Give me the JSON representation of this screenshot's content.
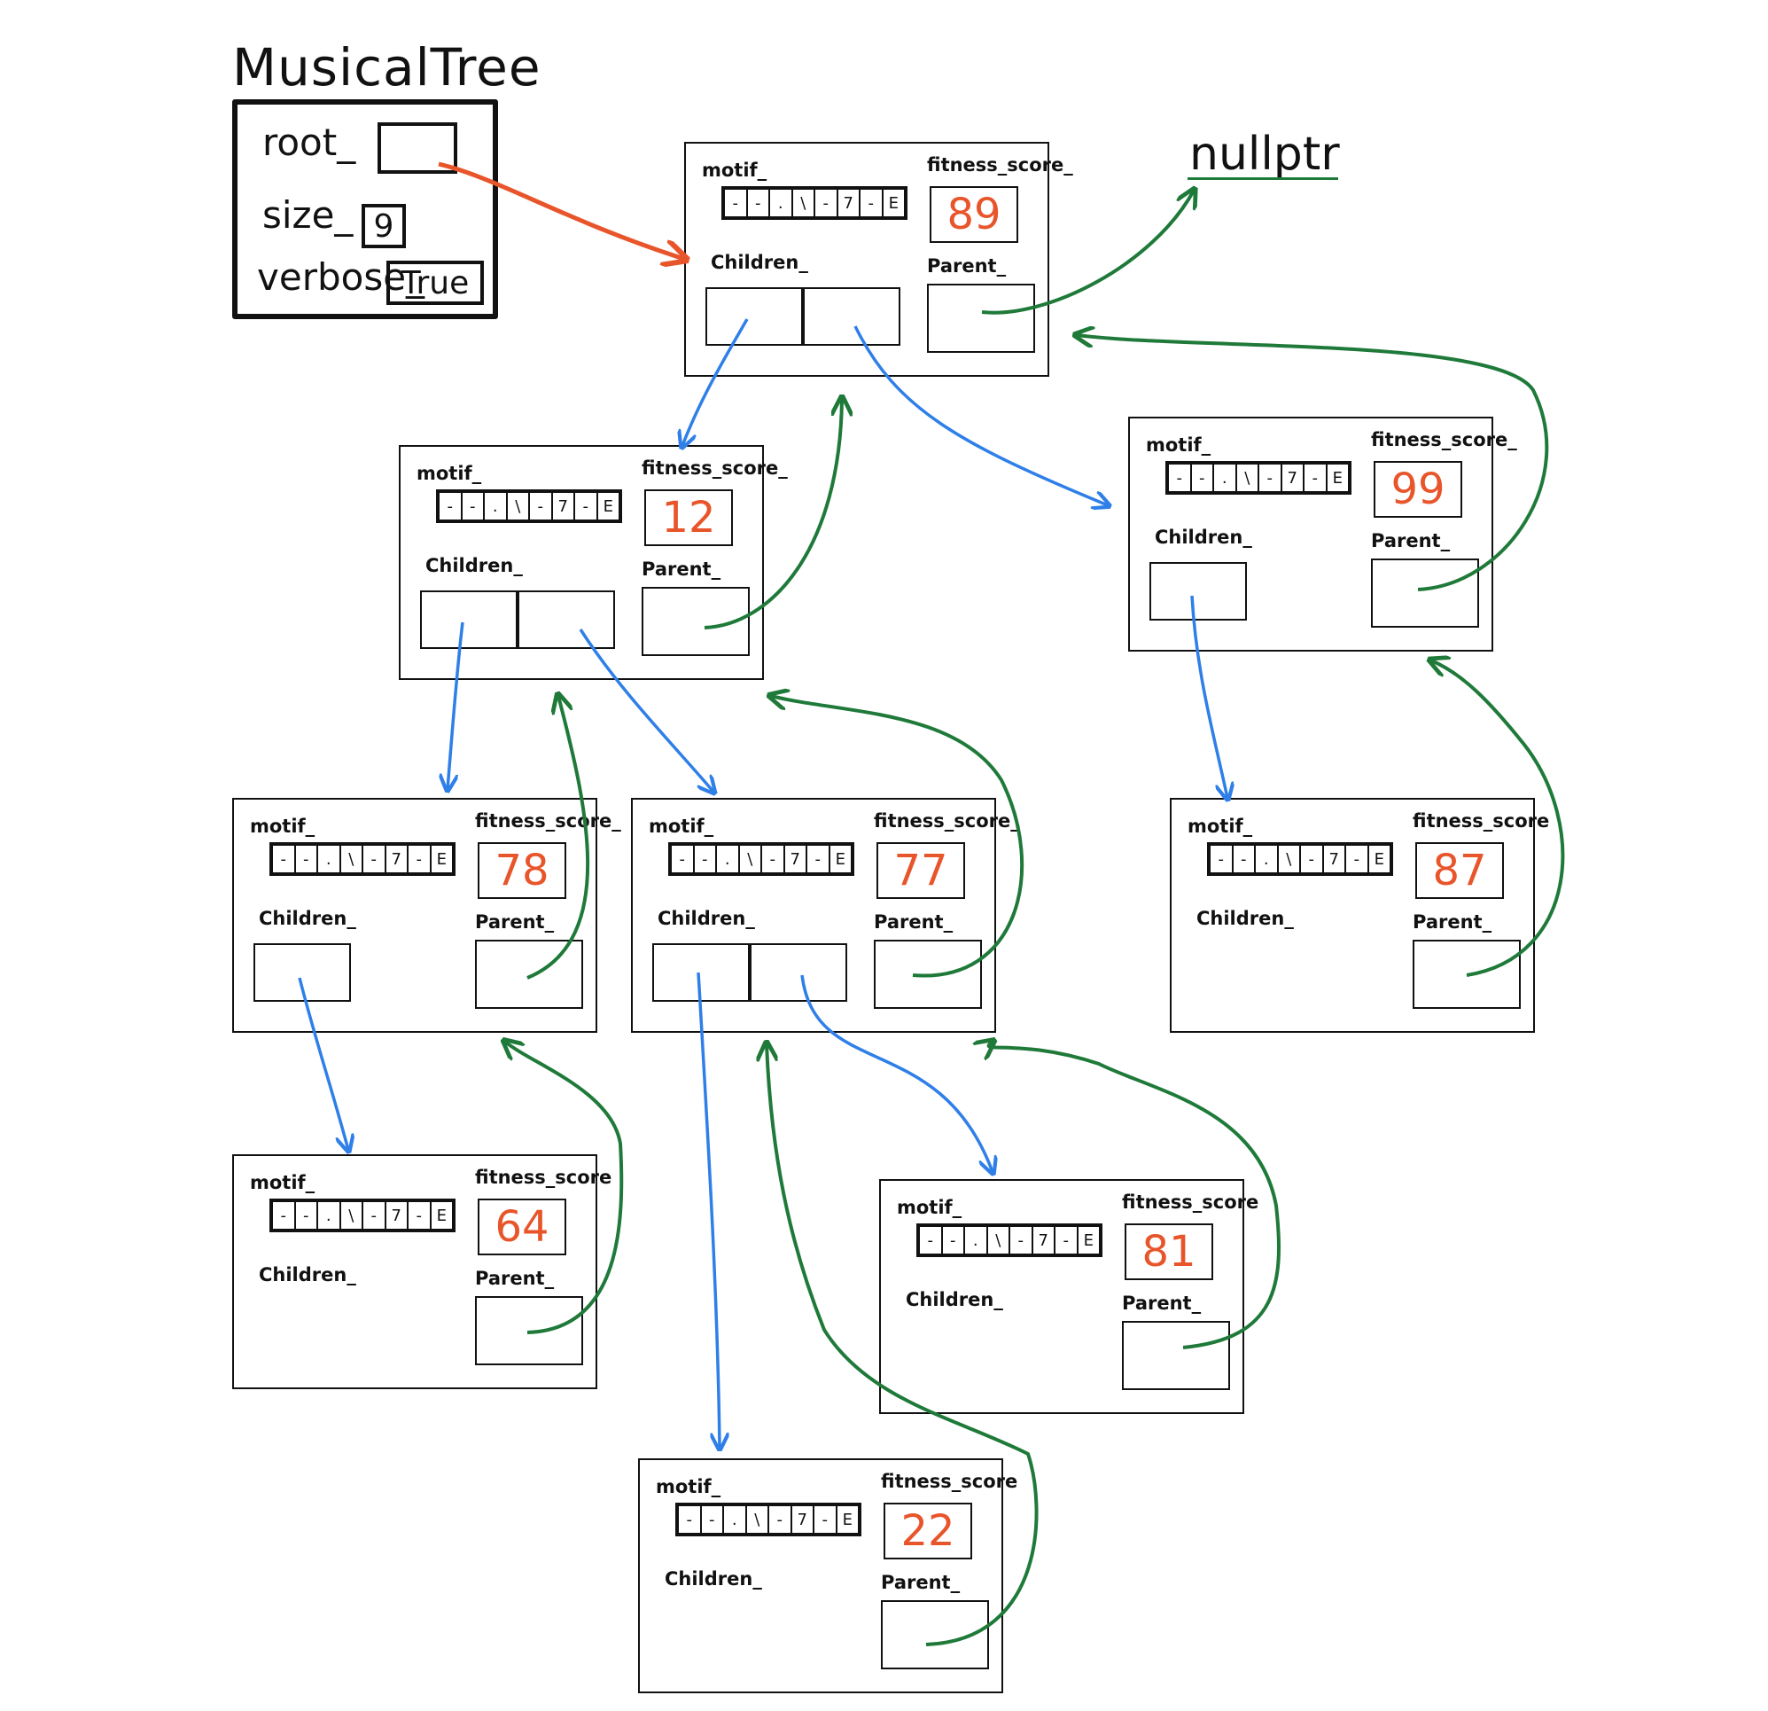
{
  "tree": {
    "title": "MusicalTree",
    "root_label": "root_",
    "size_label": "size_",
    "size_value": "9",
    "verbose_label": "verbose_",
    "verbose_value": "True"
  },
  "nullptr_label": "nullptr",
  "labels": {
    "motif": "motif_",
    "fitness": "fitness_score_",
    "fitness_short": "fitness_score",
    "children": "Children_",
    "parent": "Parent_"
  },
  "motif_cells": [
    "-",
    "-",
    ".",
    "\\",
    "-",
    "7",
    "-",
    "E"
  ],
  "nodes": [
    {
      "id": "n89",
      "score": "89",
      "fitness_label": "fitness_score_"
    },
    {
      "id": "n12",
      "score": "12",
      "fitness_label": "fitness_score_"
    },
    {
      "id": "n99",
      "score": "99",
      "fitness_label": "fitness_score_"
    },
    {
      "id": "n78",
      "score": "78",
      "fitness_label": "fitness_score_"
    },
    {
      "id": "n77",
      "score": "77",
      "fitness_label": "fitness_score_"
    },
    {
      "id": "n87",
      "score": "87",
      "fitness_label": "fitness_score"
    },
    {
      "id": "n64",
      "score": "64",
      "fitness_label": "fitness_score"
    },
    {
      "id": "n81",
      "score": "81",
      "fitness_label": "fitness_score"
    },
    {
      "id": "n22",
      "score": "22",
      "fitness_label": "fitness_score"
    }
  ],
  "colors": {
    "root_arrow": "#e8552b",
    "child_arrow": "#2f7fe8",
    "parent_arrow": "#1f7a3a",
    "score_text": "#e8552b"
  }
}
